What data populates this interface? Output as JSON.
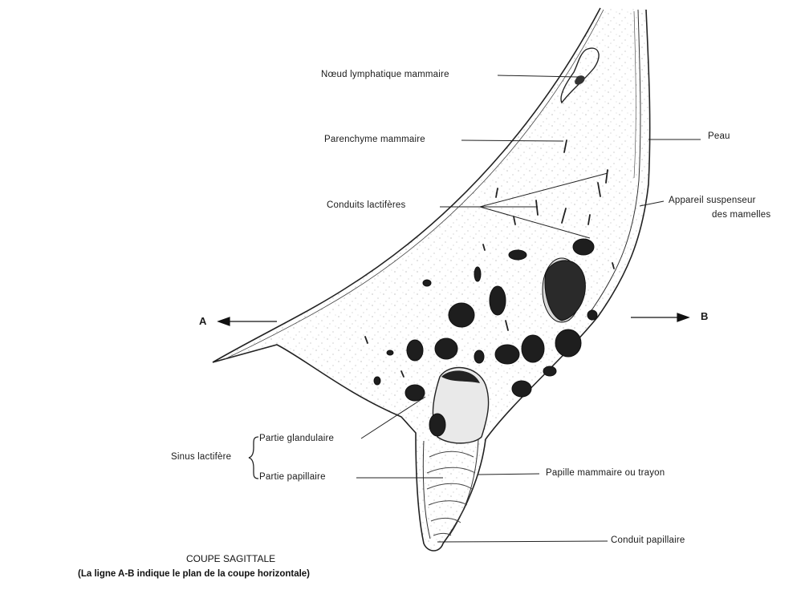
{
  "labels": {
    "noeud": "Nœud lymphatique mammaire",
    "parenchyme": "Parenchyme mammaire",
    "conduits": "Conduits lactifères",
    "peau": "Peau",
    "appareil_1": "Appareil suspenseur",
    "appareil_2": "des mamelles",
    "a": "A",
    "b": "B",
    "sinus": "Sinus lactifère",
    "partie_glandulaire": "Partie glandulaire",
    "partie_papillaire": "Partie papillaire",
    "papille": "Papille mammaire ou trayon",
    "conduit_papillaire": "Conduit papillaire"
  },
  "caption": {
    "title": "COUPE SAGITTALE",
    "subtitle": "(La ligne A-B indique le plan de la coupe horizontale)"
  }
}
